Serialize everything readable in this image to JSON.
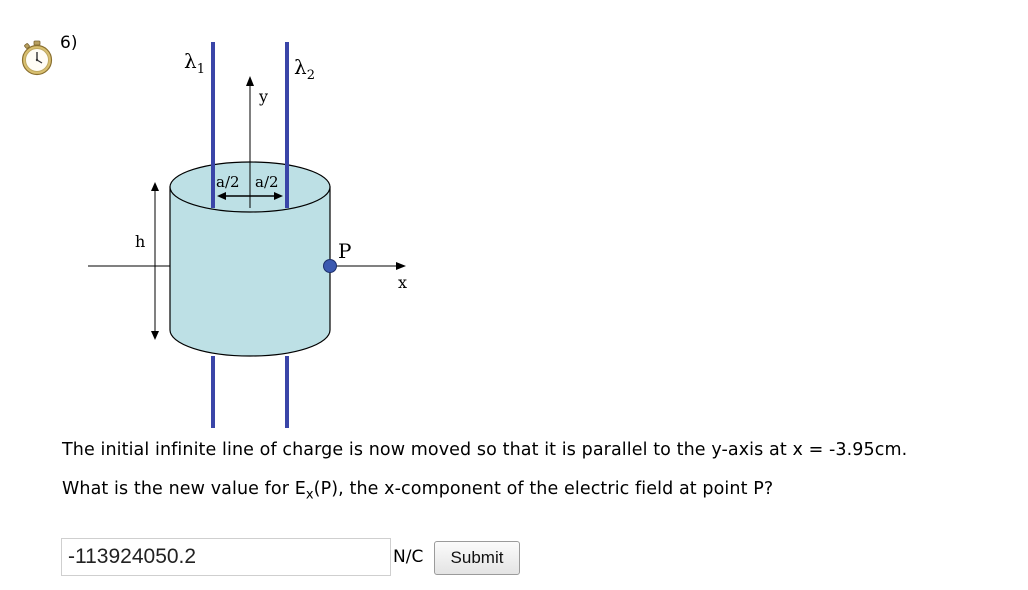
{
  "question": {
    "number": "6)",
    "line1": "The initial infinite line of charge is now moved so that it is parallel to the y-axis at x = -3.95cm.",
    "line2_before": "What is the new value for E",
    "line2_sub": "x",
    "line2_after": "(P), the x-component of the electric field at point P?"
  },
  "figure": {
    "lambda1": "λ",
    "lambda1_sub": "1",
    "lambda2": "λ",
    "lambda2_sub": "2",
    "y_label": "y",
    "x_label": "x",
    "h_label": "h",
    "p_label": "P",
    "half_a_left": "a/2",
    "half_a_right": "a/2",
    "colors": {
      "cylinder_fill": "#bde0e5",
      "line_charge": "#3a45a8",
      "point_p": "#3b59b0"
    }
  },
  "answer": {
    "value": "-113924050.2",
    "units": "N/C",
    "submit_label": "Submit"
  },
  "icons": {
    "timer": "stopwatch-icon"
  }
}
